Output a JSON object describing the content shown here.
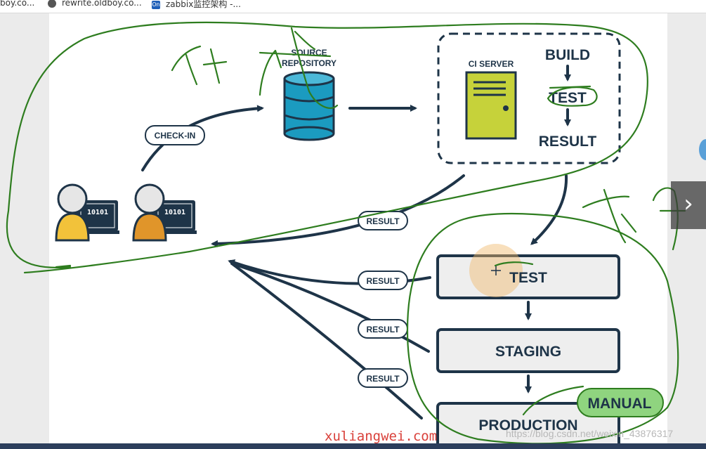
{
  "bookmarks": [
    {
      "label": "boy.co..."
    },
    {
      "label": "rewrite.oldboy.co..."
    },
    {
      "label": "zabbix监控架构 -..."
    }
  ],
  "icons": {
    "next": "chevron-right-icon"
  },
  "diagram": {
    "source_repository": {
      "line1": "SOURCE",
      "line2": "REPOSITORY"
    },
    "check_in": "CHECK-IN",
    "developer_code_1": "10101",
    "developer_code_2": "10101",
    "ci_server": "CI SERVER",
    "build": "BUILD",
    "test_step": "TEST",
    "result_step": "RESULT",
    "result_pills": [
      "RESULT",
      "RESULT",
      "RESULT",
      "RESULT"
    ],
    "stages": [
      "TEST",
      "STAGING",
      "PRODUCTION"
    ],
    "manual": "MANUAL"
  },
  "watermark": {
    "site": "xuliangwei.com",
    "csdn": "https://blog.csdn.net/weixin_43876317"
  },
  "colors": {
    "navy": "#1e3448",
    "teal": "#1b9bc0",
    "lime": "#c6d23a",
    "user_yellow": "#f2c23a",
    "user_orange": "#e0952a",
    "annotation_green": "#2e7d1f",
    "manual_highlight": "#8fd47f"
  }
}
